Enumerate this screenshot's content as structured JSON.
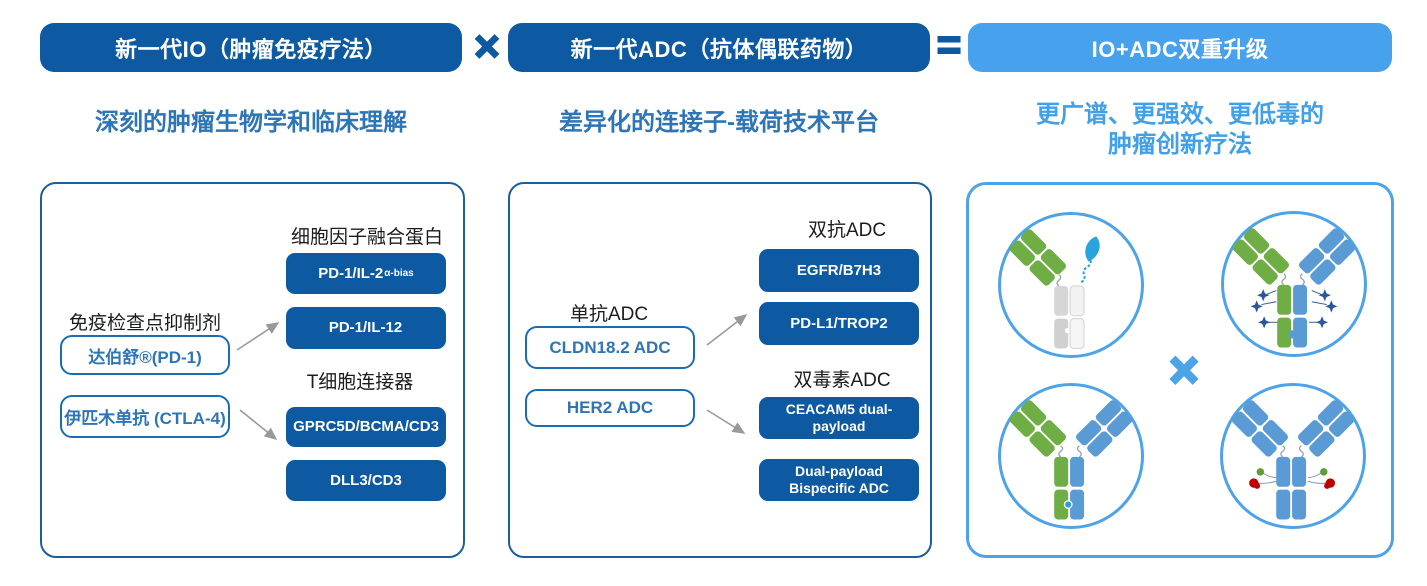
{
  "colors": {
    "dark_blue": "#0d5aa2",
    "light_blue": "#47a1ec",
    "subtitle_blue": "#2e75b6",
    "result_subtitle_blue": "#41a0e8",
    "green": "#6fae44",
    "antibody_blue": "#5b9bd5",
    "payload_star_blue": "#2b579a",
    "payload_red": "#c00000",
    "arrow_gray": "#999999"
  },
  "equation": {
    "io_banner": "新一代IO（肿瘤免疫疗法）",
    "times": "×",
    "adc_banner": "新一代ADC（抗体偶联药物）",
    "equals": "=",
    "result_banner": "IO+ADC双重升级"
  },
  "io": {
    "subtitle": "深刻的肿瘤生物学和临床理解",
    "cytokine_group_title": "细胞因子融合蛋白",
    "checkpoint_label": "免疫检查点抑制剂",
    "approved_drugs": [
      {
        "label": "达伯舒®(PD-1)"
      },
      {
        "label": "伊匹木单抗 (CTLA-4)"
      }
    ],
    "cytokine_pills": [
      {
        "text": "PD-1/IL-2",
        "sup": "α-bias"
      },
      {
        "text": "PD-1/IL-12",
        "sup": ""
      }
    ],
    "tcell_group_title": "T细胞连接器",
    "tcell_pills": [
      {
        "text": "GPRC5D/BCMA/CD3"
      },
      {
        "text": "DLL3/CD3"
      }
    ]
  },
  "adc": {
    "subtitle": "差异化的连接子-载荷技术平台",
    "bispecific_group_title": "双抗ADC",
    "mono_label": "单抗ADC",
    "mono_pills": [
      {
        "text": "CLDN18.2 ADC"
      },
      {
        "text": "HER2 ADC"
      }
    ],
    "bispecific_pills": [
      {
        "text": "EGFR/B7H3"
      },
      {
        "text": "PD-L1/TROP2"
      }
    ],
    "dual_group_title": "双毒素ADC",
    "dual_pills": [
      {
        "text": "CEACAM5 dual-payload"
      },
      {
        "text": "Dual-payload Bispecific ADC"
      }
    ]
  },
  "result": {
    "subtitle_line1": "更广谱、更强效、更低毒的",
    "subtitle_line2": "肿瘤创新疗法",
    "times": "×",
    "icons": [
      "immunocytokine",
      "bispecific-adc",
      "bispecific-antibody",
      "dual-payload-adc"
    ]
  }
}
